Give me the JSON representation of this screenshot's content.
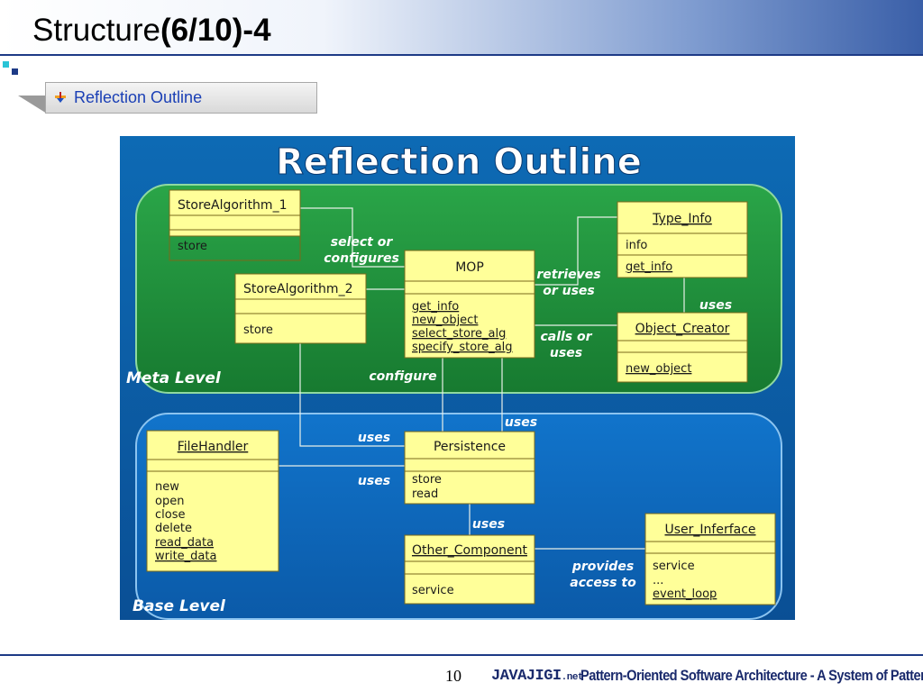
{
  "slide": {
    "title_main": "Structure",
    "title_bold": "(6/10)-4",
    "outline_item": "Reflection Outline",
    "page_number": "10",
    "brand_name": "JAVAJIGI",
    "brand_suffix": ".net",
    "footer_title": "Pattern-Oriented Software Architecture - A System of Patterns"
  },
  "diagram": {
    "heading": "Reflection Outline",
    "meta_label": "Meta Level",
    "base_label": "Base Level",
    "classes": {
      "store_algorithm_1": {
        "name": "StoreAlgorithm_1",
        "members": [
          "store"
        ]
      },
      "store_algorithm_2": {
        "name": "StoreAlgorithm_2",
        "members": [
          "store"
        ]
      },
      "mop": {
        "name": "MOP",
        "members": [
          "get_info",
          "new_object",
          "select_store_alg",
          "specify_store_alg"
        ]
      },
      "type_info": {
        "name": "Type_Info",
        "members": [
          "info"
        ],
        "methods": [
          "get_info"
        ]
      },
      "object_creator": {
        "name": "Object_Creator",
        "members": [
          "new_object"
        ]
      },
      "file_handler": {
        "name": "FileHandler",
        "members": [
          "new",
          "open",
          "close",
          "delete",
          "read_data",
          "write_data"
        ]
      },
      "persistence": {
        "name": "Persistence",
        "members": [
          "store",
          "read"
        ]
      },
      "other_component": {
        "name": "Other_Component",
        "members": [
          "service"
        ]
      },
      "user_interface": {
        "name": "User_Inferface",
        "members": [
          "service",
          "...",
          "event_loop"
        ]
      }
    },
    "relations": {
      "select_or_configures": [
        "select or",
        "configures"
      ],
      "retrieves_or_uses": [
        "retrieves",
        "or uses"
      ],
      "calls_or_uses": [
        "calls or",
        "uses"
      ],
      "uses_type_creator": "uses",
      "configure": "configure",
      "uses_mop_persistence": "uses",
      "uses_store2_persistence": "uses",
      "uses_file_handler": "uses",
      "uses_persistence_other": "uses",
      "provides_access_to": [
        "provides",
        "access to"
      ]
    },
    "colors": {
      "background": "#0d5fa8",
      "meta_panel": "#1f9a3a",
      "base_panel": "#0e6cc2",
      "class_fill": "#ffff99",
      "class_border": "#7a6a1a",
      "line": "#e8f0e8"
    }
  }
}
